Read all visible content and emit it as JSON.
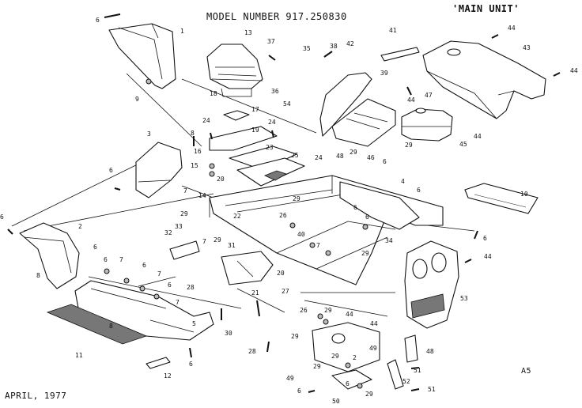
{
  "header": {
    "model_label": "MODEL NUMBER 917.250830",
    "unit_label": "'MAIN UNIT'",
    "date_label": "APRIL, 1977",
    "code_label": "A5"
  },
  "callouts": [
    {
      "id": "c6a",
      "t": "6"
    },
    {
      "id": "c1",
      "t": "1"
    },
    {
      "id": "c13",
      "t": "13"
    },
    {
      "id": "c9",
      "t": "9"
    },
    {
      "id": "c18",
      "t": "18"
    },
    {
      "id": "c17",
      "t": "17"
    },
    {
      "id": "c24a",
      "t": "24"
    },
    {
      "id": "c19",
      "t": "19"
    },
    {
      "id": "c54",
      "t": "54"
    },
    {
      "id": "c24b",
      "t": "24"
    },
    {
      "id": "c37",
      "t": "37"
    },
    {
      "id": "c35",
      "t": "35"
    },
    {
      "id": "c38",
      "t": "38"
    },
    {
      "id": "c42a",
      "t": "42"
    },
    {
      "id": "c41",
      "t": "41"
    },
    {
      "id": "c44a",
      "t": "44"
    },
    {
      "id": "c43",
      "t": "43"
    },
    {
      "id": "c44b",
      "t": "44"
    },
    {
      "id": "c39",
      "t": "39"
    },
    {
      "id": "c36",
      "t": "36"
    },
    {
      "id": "c44c",
      "t": "44"
    },
    {
      "id": "c47",
      "t": "47"
    },
    {
      "id": "c44d",
      "t": "44"
    },
    {
      "id": "c45",
      "t": "45"
    },
    {
      "id": "c3",
      "t": "3"
    },
    {
      "id": "c8a",
      "t": "8"
    },
    {
      "id": "c16",
      "t": "16"
    },
    {
      "id": "c15",
      "t": "15"
    },
    {
      "id": "c23",
      "t": "23"
    },
    {
      "id": "c25",
      "t": "25"
    },
    {
      "id": "c24c",
      "t": "24"
    },
    {
      "id": "c48a",
      "t": "48"
    },
    {
      "id": "c29a",
      "t": "29"
    },
    {
      "id": "c46a",
      "t": "46"
    },
    {
      "id": "c29b",
      "t": "29"
    },
    {
      "id": "c6b",
      "t": "6"
    },
    {
      "id": "c7a",
      "t": "7"
    },
    {
      "id": "c20",
      "t": "20"
    },
    {
      "id": "c14",
      "t": "14"
    },
    {
      "id": "c29c",
      "t": "29"
    },
    {
      "id": "c22",
      "t": "22"
    },
    {
      "id": "c26",
      "t": "26"
    },
    {
      "id": "c6c",
      "t": "6"
    },
    {
      "id": "c4",
      "t": "4"
    },
    {
      "id": "c6d",
      "t": "6"
    },
    {
      "id": "c10",
      "t": "10"
    },
    {
      "id": "c6e",
      "t": "6"
    },
    {
      "id": "c2",
      "t": "2"
    },
    {
      "id": "c29d",
      "t": "29"
    },
    {
      "id": "c32",
      "t": "32"
    },
    {
      "id": "c33",
      "t": "33"
    },
    {
      "id": "c29e",
      "t": "29"
    },
    {
      "id": "c31",
      "t": "31"
    },
    {
      "id": "c7b",
      "t": "7"
    },
    {
      "id": "c40",
      "t": "40"
    },
    {
      "id": "c34",
      "t": "34"
    },
    {
      "id": "c6f",
      "t": "6"
    },
    {
      "id": "c7c",
      "t": "7"
    },
    {
      "id": "c6g",
      "t": "6"
    },
    {
      "id": "c29f",
      "t": "29"
    },
    {
      "id": "c6h",
      "t": "6"
    },
    {
      "id": "c44e",
      "t": "44"
    },
    {
      "id": "c6i",
      "t": "6"
    },
    {
      "id": "c6j",
      "t": "6"
    },
    {
      "id": "c7d",
      "t": "7"
    },
    {
      "id": "c6k",
      "t": "6"
    },
    {
      "id": "c7e",
      "t": "7"
    },
    {
      "id": "c28a",
      "t": "28"
    },
    {
      "id": "c21",
      "t": "21"
    },
    {
      "id": "c20b",
      "t": "20"
    },
    {
      "id": "c27",
      "t": "27"
    },
    {
      "id": "c8b",
      "t": "8"
    },
    {
      "id": "c6l",
      "t": "6"
    },
    {
      "id": "c7f",
      "t": "7"
    },
    {
      "id": "c53",
      "t": "53"
    },
    {
      "id": "c8c",
      "t": "8"
    },
    {
      "id": "c5",
      "t": "5"
    },
    {
      "id": "c30",
      "t": "30"
    },
    {
      "id": "c26b",
      "t": "26"
    },
    {
      "id": "c29g",
      "t": "29"
    },
    {
      "id": "c44f",
      "t": "44"
    },
    {
      "id": "c44g",
      "t": "44"
    },
    {
      "id": "c11",
      "t": "11"
    },
    {
      "id": "c29h",
      "t": "29"
    },
    {
      "id": "c28b",
      "t": "28"
    },
    {
      "id": "c49",
      "t": "49"
    },
    {
      "id": "c48b",
      "t": "48"
    },
    {
      "id": "c12",
      "t": "12"
    },
    {
      "id": "c6m",
      "t": "6"
    },
    {
      "id": "c29i",
      "t": "29"
    },
    {
      "id": "c51a",
      "t": "51"
    },
    {
      "id": "c49b",
      "t": "49"
    },
    {
      "id": "c52",
      "t": "52"
    },
    {
      "id": "c6n",
      "t": "6"
    },
    {
      "id": "c50",
      "t": "50"
    },
    {
      "id": "c29j",
      "t": "29"
    },
    {
      "id": "c51b",
      "t": "51"
    },
    {
      "id": "c2b",
      "t": "2"
    },
    {
      "id": "c29k",
      "t": "29"
    },
    {
      "id": "c6o",
      "t": "6"
    }
  ]
}
